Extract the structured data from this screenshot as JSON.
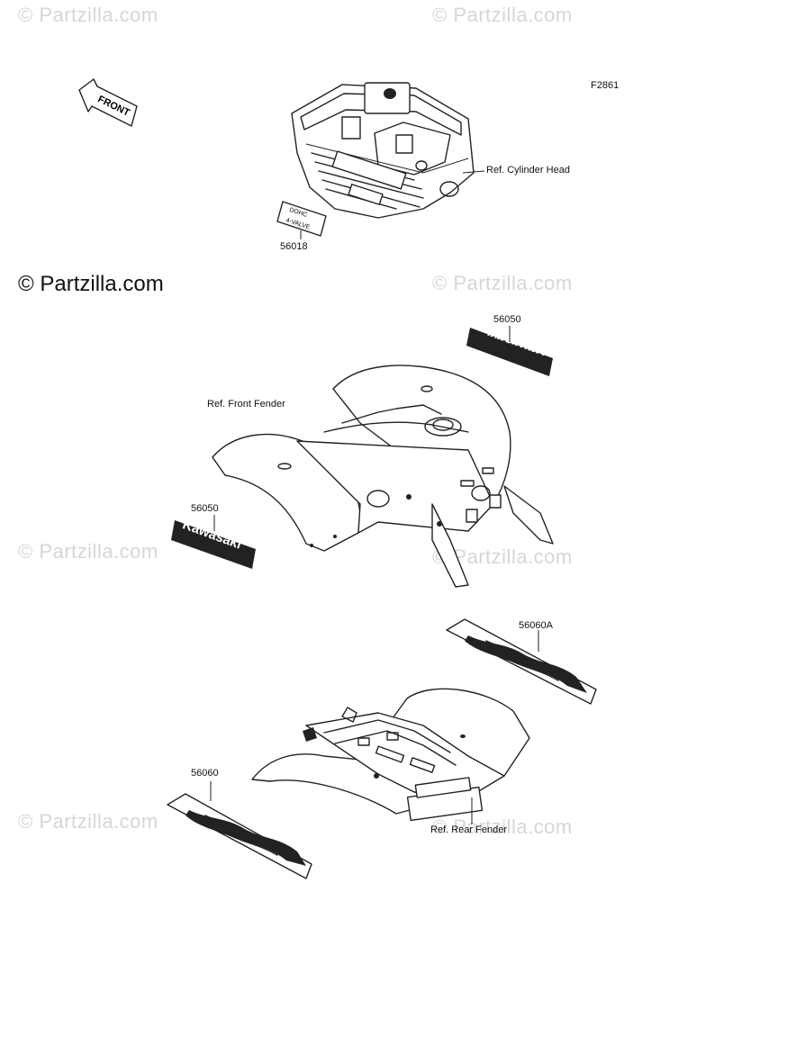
{
  "watermark": {
    "text": "© Partzilla.com"
  },
  "figure_code": "F2861",
  "front_arrow": {
    "text": "FRONT"
  },
  "cylinder_head": {
    "ref_label": "Ref. Cylinder Head",
    "decal_part": "56018",
    "decal_text_1": "DOHC",
    "decal_text_2": "4-VALVE"
  },
  "front_fender": {
    "ref_label": "Ref. Front Fender",
    "decal_right_part": "56050",
    "decal_left_part": "56050",
    "brand_text": "Kawasaki"
  },
  "rear_fender": {
    "ref_label": "Ref. Rear Fender",
    "decal_right_part": "56060A",
    "decal_left_part": "56060"
  }
}
